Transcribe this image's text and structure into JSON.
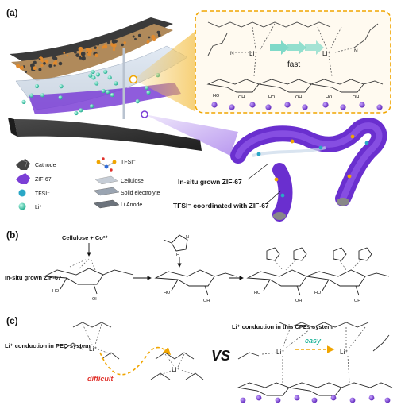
{
  "panels": {
    "a": "(a)",
    "b": "(b)",
    "c": "(c)"
  },
  "panel_a": {
    "fast": "fast",
    "insitu_zif": "In-situ grown ZIF-67",
    "tfsi_coord": "TFSI⁻ coordinated with ZIF-67",
    "legend": [
      {
        "label": "Cathode",
        "icon": "cathode-particle-icon"
      },
      {
        "label": "ZIF-67",
        "icon": "zif67-polyhedron-icon"
      },
      {
        "label": "TFSI⁻",
        "icon": "tfsi-sphere-icon"
      },
      {
        "label": "Li⁺",
        "icon": "li-ion-sphere-icon"
      },
      {
        "label": "TFSI⁻",
        "icon": "tfsi-molecule-icon"
      },
      {
        "label": "Cellulose",
        "icon": "cellulose-sheet-icon"
      },
      {
        "label": "Solid electrolyte",
        "icon": "solid-electrolyte-slab-icon"
      },
      {
        "label": "Li Anode",
        "icon": "li-anode-slab-icon"
      }
    ],
    "li_labels": [
      "Li⁺",
      "Li⁺"
    ]
  },
  "panel_b": {
    "reagent": "Cellulose + Co²⁺",
    "caption": "In-situ grown ZIF-67",
    "ring_labels": [
      "HO",
      "OH",
      "O",
      "O"
    ]
  },
  "panel_c": {
    "peo_caption": "Li⁺ conduction in PEO system",
    "cpes_caption": "Li⁺ conduction in this CPEs system",
    "difficult": "difficult",
    "easy": "easy",
    "vs": "VS",
    "li_labels": [
      "Li⁺",
      "Li⁺",
      "Li⁺",
      "Li⁺"
    ]
  },
  "colors": {
    "zif_purple": "#7b3fd6",
    "li_teal": "#2ec4a0",
    "highlight_orange": "#f0a500",
    "fast_arrow": "#7fd9c8",
    "difficult_red": "#e0312b",
    "easy_teal": "#21b59a"
  }
}
